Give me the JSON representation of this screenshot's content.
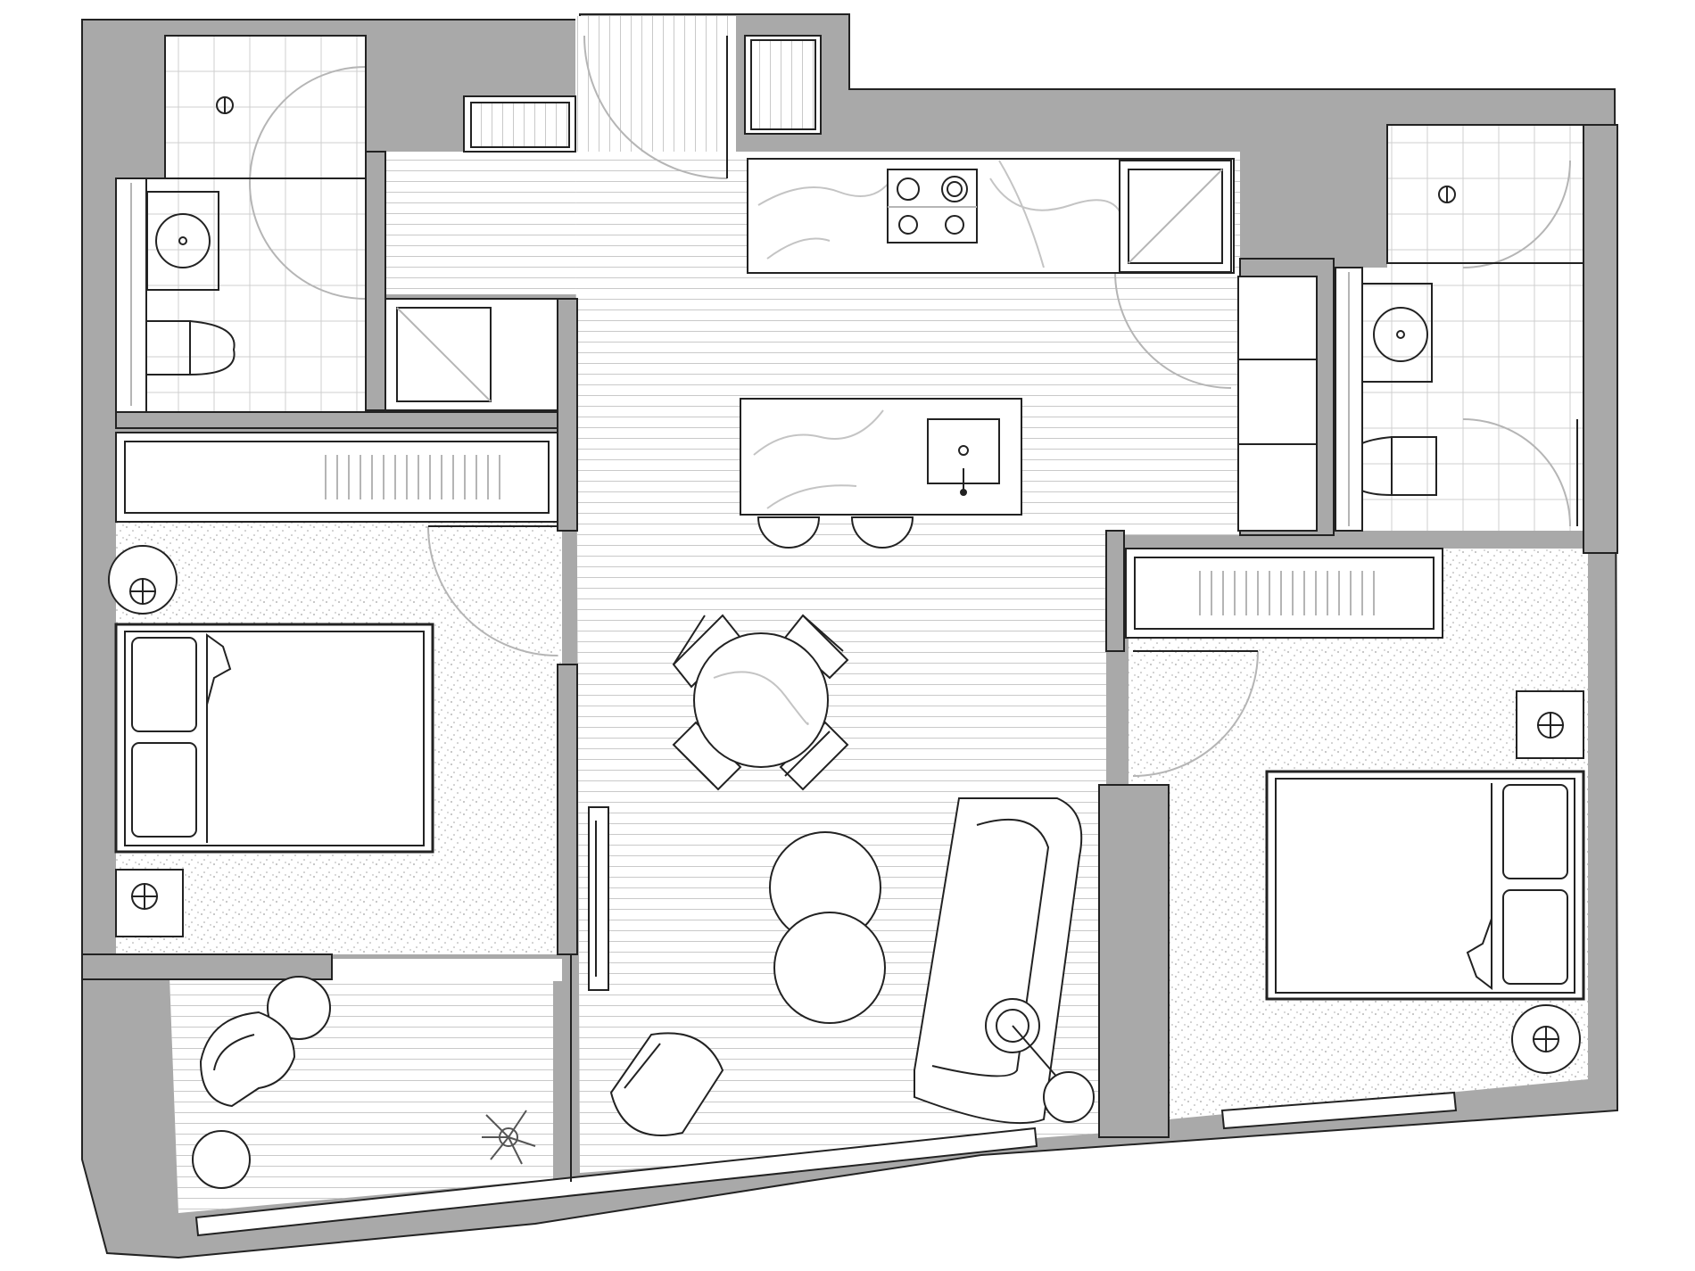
{
  "drawing": {
    "type": "floor-plan",
    "labels": [],
    "colors": {
      "wall": "#a9a9a9",
      "line": "#222222",
      "light_line": "#b5b5b5",
      "floor": "#ffffff",
      "plank": "#c9c9c9",
      "carpet_dot": "#a0a0a0"
    },
    "rooms": [
      "bathroom-1",
      "bathroom-2",
      "kitchen",
      "living-dining",
      "bedroom-1",
      "bedroom-2",
      "balcony",
      "entry"
    ],
    "icons": [
      "bed",
      "armchair",
      "sofa",
      "dining-table",
      "dining-chair",
      "stool",
      "toilet",
      "basin",
      "cooktop",
      "sink",
      "lamp",
      "plant",
      "door-swing"
    ]
  }
}
